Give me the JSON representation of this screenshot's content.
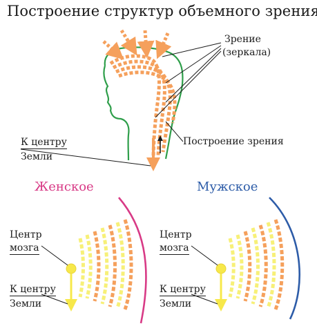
{
  "title": "Построение структур объемного зрения",
  "top_figure": {
    "vision_label_line1": "Зрение",
    "vision_label_line2": "(зеркала)",
    "construction_label": "Построение зрения",
    "earth_label_line1": "К центру",
    "earth_label_line2": "Земли"
  },
  "female": {
    "title": "Женское",
    "brain_label_line1": "Центр",
    "brain_label_line2": "мозга",
    "earth_label_line1": "К центру",
    "earth_label_line2": "Земли"
  },
  "male": {
    "title": "Мужское",
    "brain_label_line1": "Центр",
    "brain_label_line2": "мозга",
    "earth_label_line1": "К центру",
    "earth_label_line2": "Земли"
  },
  "colors": {
    "orange": "#f5a05c",
    "yellow": "#f7f078",
    "head_outline": "#2e9e4a",
    "female_arc": "#d83a86",
    "male_arc": "#2d5ca8",
    "text": "#1a1a1a"
  }
}
